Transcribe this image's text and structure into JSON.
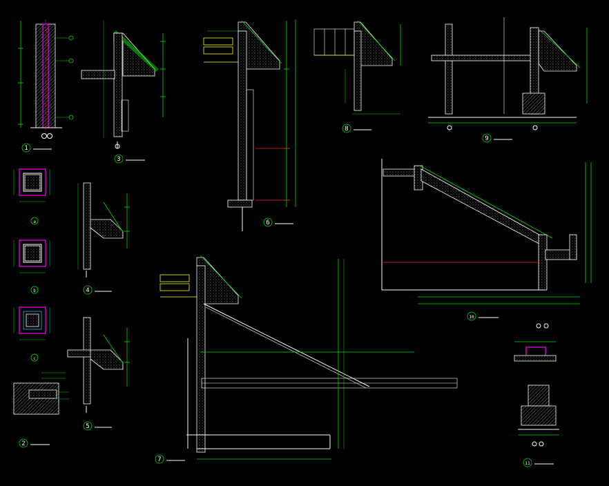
{
  "details": [
    {
      "id": "d1",
      "number": "1"
    },
    {
      "id": "d2",
      "number": "2"
    },
    {
      "id": "d3",
      "number": "3"
    },
    {
      "id": "d4",
      "number": "4"
    },
    {
      "id": "d5",
      "number": "5"
    },
    {
      "id": "d6",
      "number": "6"
    },
    {
      "id": "d7",
      "number": "7"
    },
    {
      "id": "d8",
      "number": "8"
    },
    {
      "id": "d9",
      "number": "9"
    },
    {
      "id": "d10",
      "number": "10"
    },
    {
      "id": "d11",
      "number": "11"
    }
  ],
  "column_sections": [
    {
      "id": "a",
      "letter": "a"
    },
    {
      "id": "b",
      "letter": "b"
    },
    {
      "id": "c",
      "letter": "c"
    }
  ],
  "colors": {
    "background": "#000000",
    "outline": "#ffffff",
    "dimension": "#00e000",
    "reinforcement": "#ff00ff",
    "axis": "#ff2020",
    "timber": "#ffff00"
  }
}
